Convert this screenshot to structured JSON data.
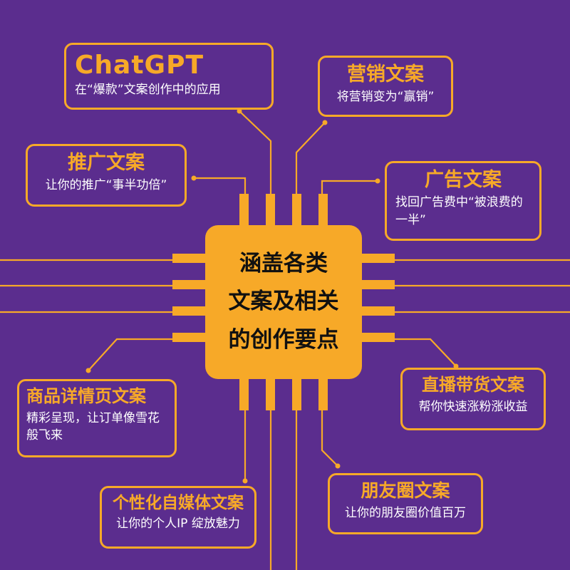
{
  "colors": {
    "background": "#5b2d8e",
    "accent": "#f7a928",
    "chip_text": "#111111",
    "text": "#ffffff"
  },
  "center": {
    "lines": [
      "涵盖各类",
      "文案及相关",
      "的创作要点"
    ]
  },
  "cards": {
    "chatgpt": {
      "title": "ChatGPT",
      "desc": "在“爆款”文案创作中的应用"
    },
    "marketing": {
      "title": "营销文案",
      "desc": "将营销变为“赢销”"
    },
    "promotion": {
      "title": "推广文案",
      "desc": "让你的推广“事半功倍”"
    },
    "advertising": {
      "title": "广告文案",
      "desc": "找回广告费中“被浪费的一半”"
    },
    "product_detail": {
      "title": "商品详情页文案",
      "desc": "精彩呈现，让订单像雪花般飞来"
    },
    "livestream": {
      "title": "直播带货文案",
      "desc": "帮你快速涨粉涨收益"
    },
    "self_media": {
      "title": "个性化自媒体文案",
      "desc": "让你的个人IP 绽放魅力"
    },
    "moments": {
      "title": "朋友圈文案",
      "desc": "让你的朋友圈价值百万"
    }
  }
}
